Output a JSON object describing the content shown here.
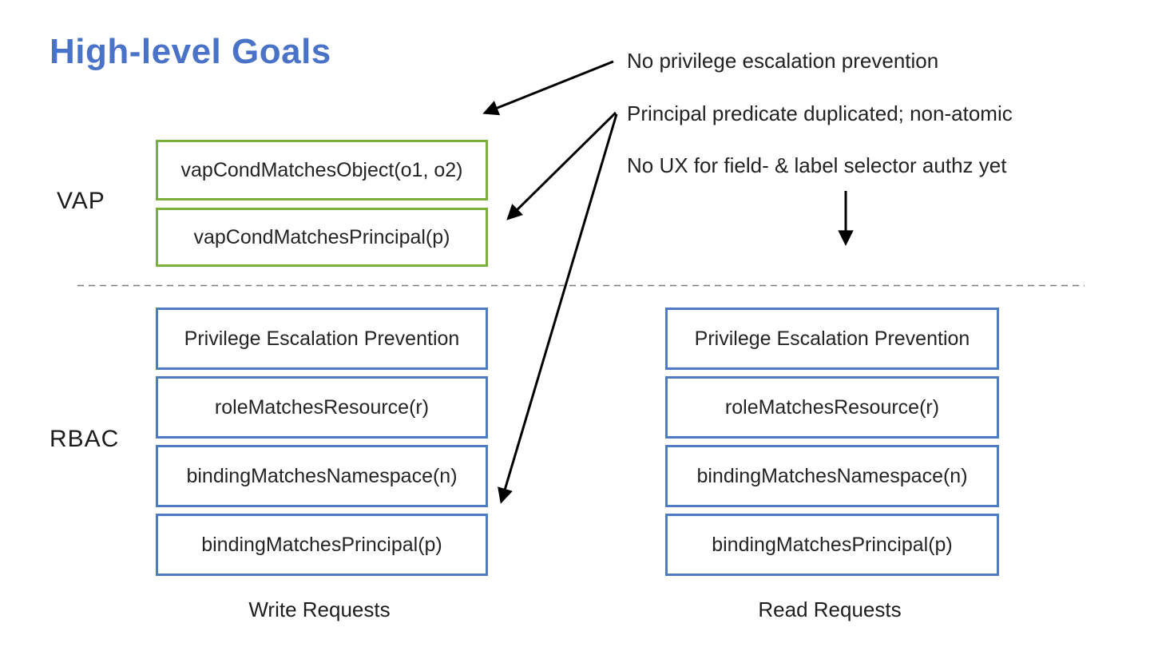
{
  "title": "High-level Goals",
  "annotations": [
    "No privilege escalation prevention",
    "Principal predicate duplicated; non-atomic",
    "No UX for field- & label selector authz yet"
  ],
  "vap": {
    "label": "VAP",
    "boxes": [
      "vapCondMatchesObject(o1, o2)",
      "vapCondMatchesPrincipal(p)"
    ]
  },
  "rbac": {
    "label": "RBAC",
    "columns": [
      {
        "caption": "Write Requests",
        "boxes": [
          "Privilege Escalation Prevention",
          "roleMatchesResource(r)",
          "bindingMatchesNamespace(n)",
          "bindingMatchesPrincipal(p)"
        ]
      },
      {
        "caption": "Read Requests",
        "boxes": [
          "Privilege Escalation Prevention",
          "roleMatchesResource(r)",
          "bindingMatchesNamespace(n)",
          "bindingMatchesPrincipal(p)"
        ]
      }
    ]
  },
  "colors": {
    "title": "#4A73C8",
    "vap_border": "#7CAE3C",
    "rbac_border": "#4D7CC4",
    "text": "#222222",
    "divider": "#7A7A7A",
    "arrow": "#000000"
  }
}
